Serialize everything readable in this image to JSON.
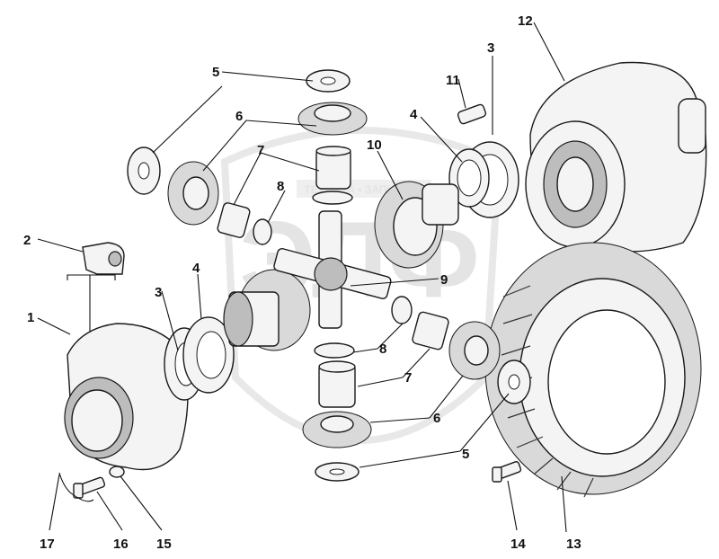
{
  "watermark": {
    "logo_text": "ЭЛФ",
    "banner_text": "ТЕХНИКА • ЗАПЧАСТИ"
  },
  "callouts": [
    {
      "id": "1",
      "text": "1"
    },
    {
      "id": "2",
      "text": "2"
    },
    {
      "id": "3a",
      "text": "3"
    },
    {
      "id": "3b",
      "text": "3"
    },
    {
      "id": "4a",
      "text": "4"
    },
    {
      "id": "4b",
      "text": "4"
    },
    {
      "id": "5a",
      "text": "5"
    },
    {
      "id": "5b",
      "text": "5"
    },
    {
      "id": "6a",
      "text": "6"
    },
    {
      "id": "6b",
      "text": "6"
    },
    {
      "id": "7a",
      "text": "7"
    },
    {
      "id": "7b",
      "text": "7"
    },
    {
      "id": "8a",
      "text": "8"
    },
    {
      "id": "8b",
      "text": "8"
    },
    {
      "id": "9",
      "text": "9"
    },
    {
      "id": "10",
      "text": "10"
    },
    {
      "id": "11",
      "text": "11"
    },
    {
      "id": "12",
      "text": "12"
    },
    {
      "id": "13",
      "text": "13"
    },
    {
      "id": "14",
      "text": "14"
    },
    {
      "id": "15",
      "text": "15"
    },
    {
      "id": "16",
      "text": "16"
    },
    {
      "id": "17",
      "text": "17"
    }
  ]
}
